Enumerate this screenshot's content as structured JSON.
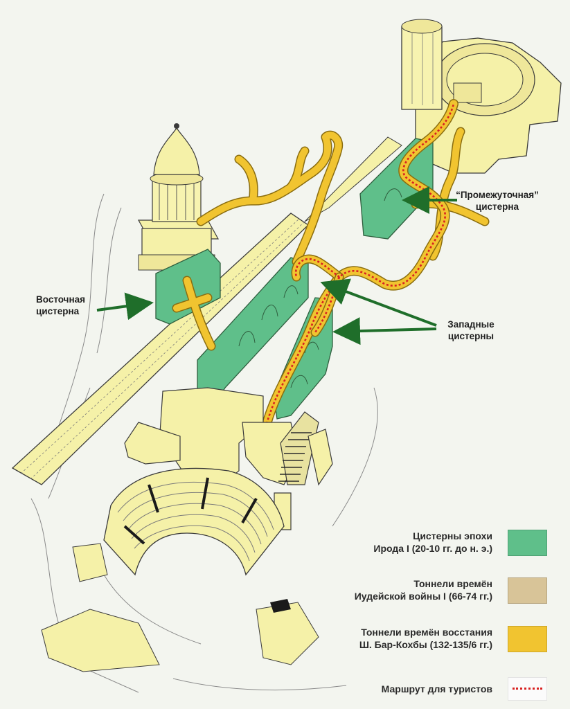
{
  "labels": {
    "east_cistern": [
      "Восточная",
      "цистерна"
    ],
    "intermediate_cistern": [
      "“Промежуточная”",
      "цистерна"
    ],
    "western_cisterns": [
      "Западные",
      "цистерны"
    ]
  },
  "legend": [
    {
      "lines": [
        "Цистерны эпохи",
        "Ирода I (20-10 гг. до н. э.)"
      ],
      "color": "#5fbf8a"
    },
    {
      "lines": [
        "Тоннели времён",
        "Иудейской войны I (66-74 гг.)"
      ],
      "color": "#d8c498"
    },
    {
      "lines": [
        "Тоннели времён восстания",
        "Ш. Бар-Кохбы (132-135/6 гг.)"
      ],
      "color": "#f1c430"
    },
    {
      "lines": [
        "Маршрут для туристов"
      ],
      "color": "#d82121"
    }
  ],
  "colors": {
    "cistern_green": "#5fbf8a",
    "structure_yellow": "#f5f1a8",
    "tunnel_yellow": "#f1c430",
    "route_red": "#d82121",
    "arrow_green": "#1f6e2a"
  }
}
